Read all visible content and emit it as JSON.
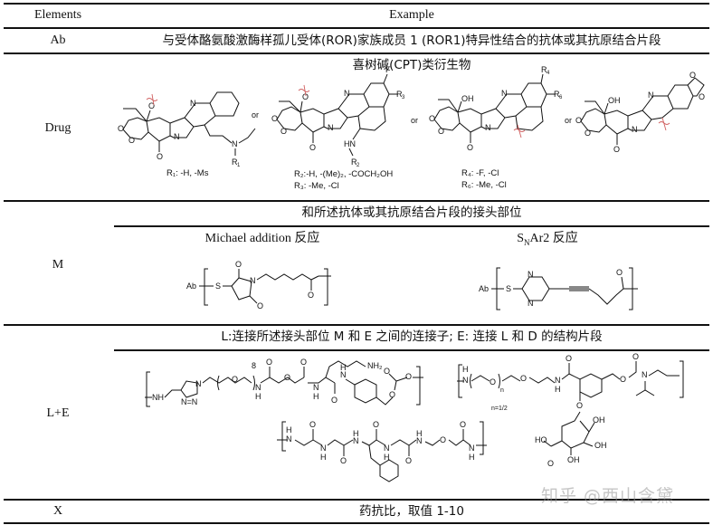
{
  "table": {
    "headers": {
      "elements": "Elements",
      "example": "Example"
    },
    "rows": {
      "ab": {
        "element": "Ab",
        "example": "与受体酪氨酸激酶样孤儿受体(ROR)家族成员 1 (ROR1)特异性结合的抗体或其抗原结合片段"
      },
      "drug": {
        "element": "Drug",
        "title": "喜树碱(CPT)类衍生物",
        "or": "or",
        "structures": [
          {
            "label": "R1: -H, -Ms",
            "r1": "R₁: -H, -Ms"
          },
          {
            "r2": "R₂:-H, -(Me)₂, -COCH₂OH",
            "r3": "R₃: -Me, -Cl"
          },
          {
            "r4": "R₄: -F, -Cl",
            "r6": "R₆: -Me, -Cl"
          },
          {
            "label": "methylenedioxy camptothecin"
          }
        ]
      },
      "m": {
        "element": "M",
        "title": "和所述抗体或其抗原结合片段的接头部位",
        "subtitles": [
          "Michael addition 反应",
          "SNAr2 反应"
        ],
        "snar_prefix": "S",
        "snar_sub": "N",
        "snar_suffix": "Ar2 反应",
        "structure_labels": {
          "ab": "Ab",
          "s": "S",
          "n": "N",
          "o": "O"
        }
      },
      "le": {
        "element": "L+E",
        "title": "L:连接所述接头部位 M 和 E 之间的连接子; E:  连接 L 和 D 的结构片段",
        "peg_repeat": "8",
        "n_value": "n=1/2",
        "nh2": "NH₂"
      },
      "x": {
        "element": "X",
        "example": "药抗比，取值 1-10"
      }
    }
  },
  "watermark": "知乎 @西山含黛",
  "colors": {
    "rule": "#111111",
    "bond_cut": "#d06060",
    "watermark": "#969696"
  }
}
